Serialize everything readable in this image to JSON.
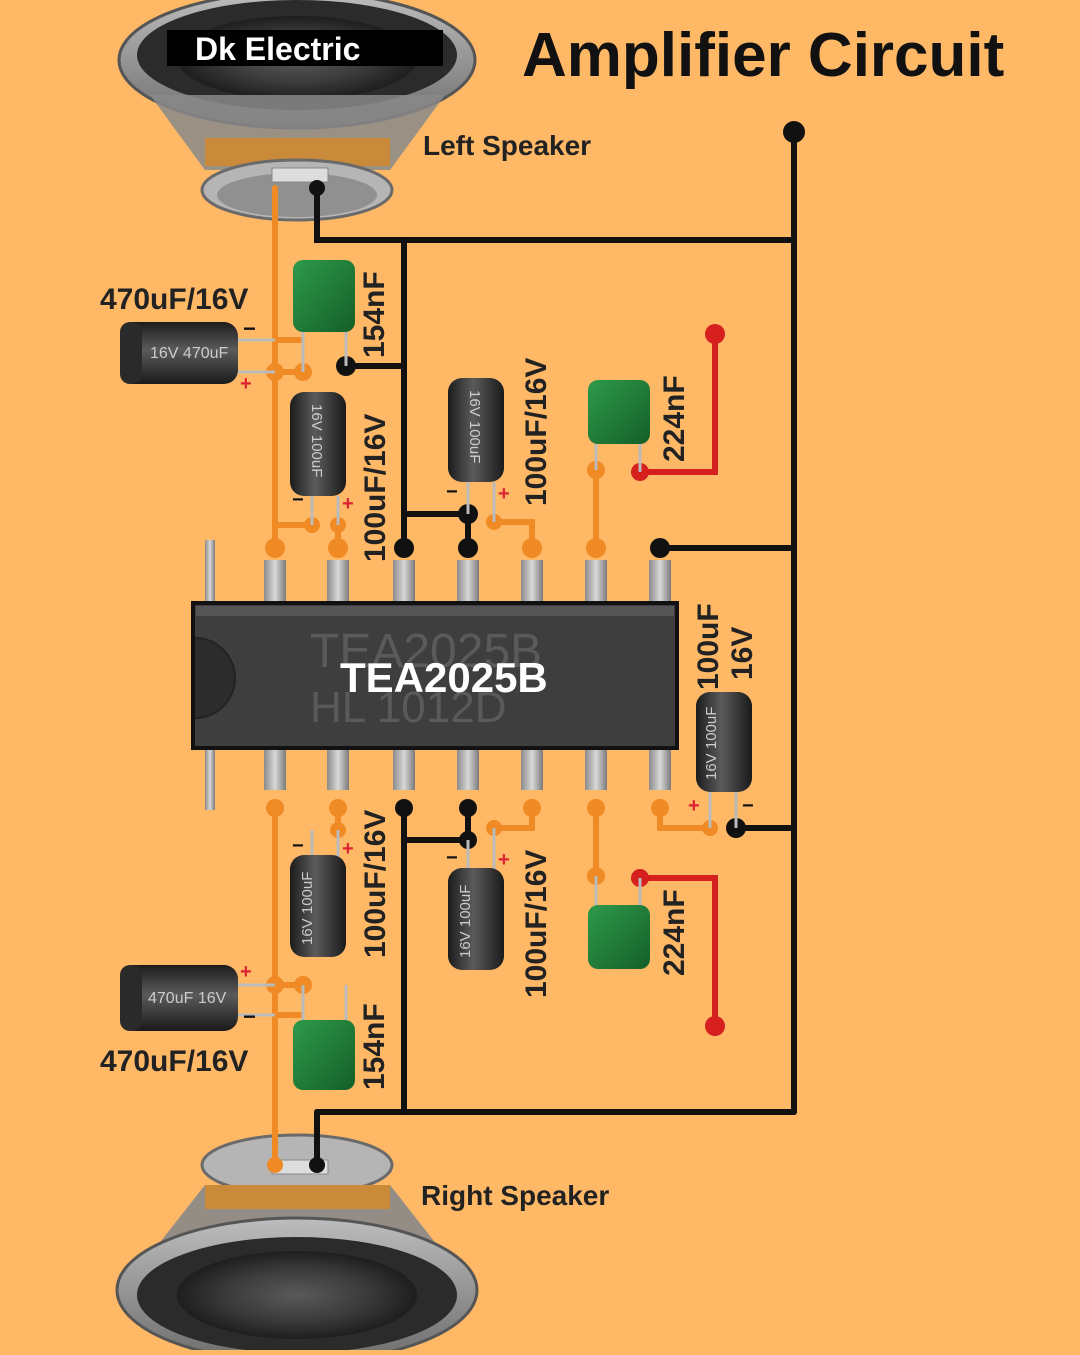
{
  "header": {
    "title": "Amplifier Circuit",
    "brand": "Dk Electric"
  },
  "chip": {
    "main_label": "TEA2025B",
    "engraved_line1": "TEA2025B",
    "engraved_line2": "HL   1012D"
  },
  "speakers": {
    "left": "Left Speaker",
    "right": "Right Speaker"
  },
  "components": {
    "cap_470_top": "470uF/16V",
    "cap_470_bottom": "470uF/16V",
    "film_154_top": "154nF",
    "film_154_bottom": "154nF",
    "film_224_top": "224nF",
    "film_224_bottom": "224nF",
    "elec_100_top_left": "100uF/16V",
    "elec_100_top_mid": "100uF/16V",
    "elec_100_bottom_left": "100uF/16V",
    "elec_100_bottom_mid": "100uF/16V",
    "elec_100_right_line1": "100uF",
    "elec_100_right_line2": "16V",
    "cap_body_text_top": "16V 470uF",
    "cap_body_text_bottom": "470uF 16V",
    "elec_body_text": "16V 100uF"
  },
  "colors": {
    "background": "#FFB866",
    "ground_wire": "#111111",
    "signal_wire": "#F08A24",
    "supply_wire": "#D61F1F",
    "film_cap": "#1E7A36",
    "chip_body": "#3E3E3E"
  }
}
